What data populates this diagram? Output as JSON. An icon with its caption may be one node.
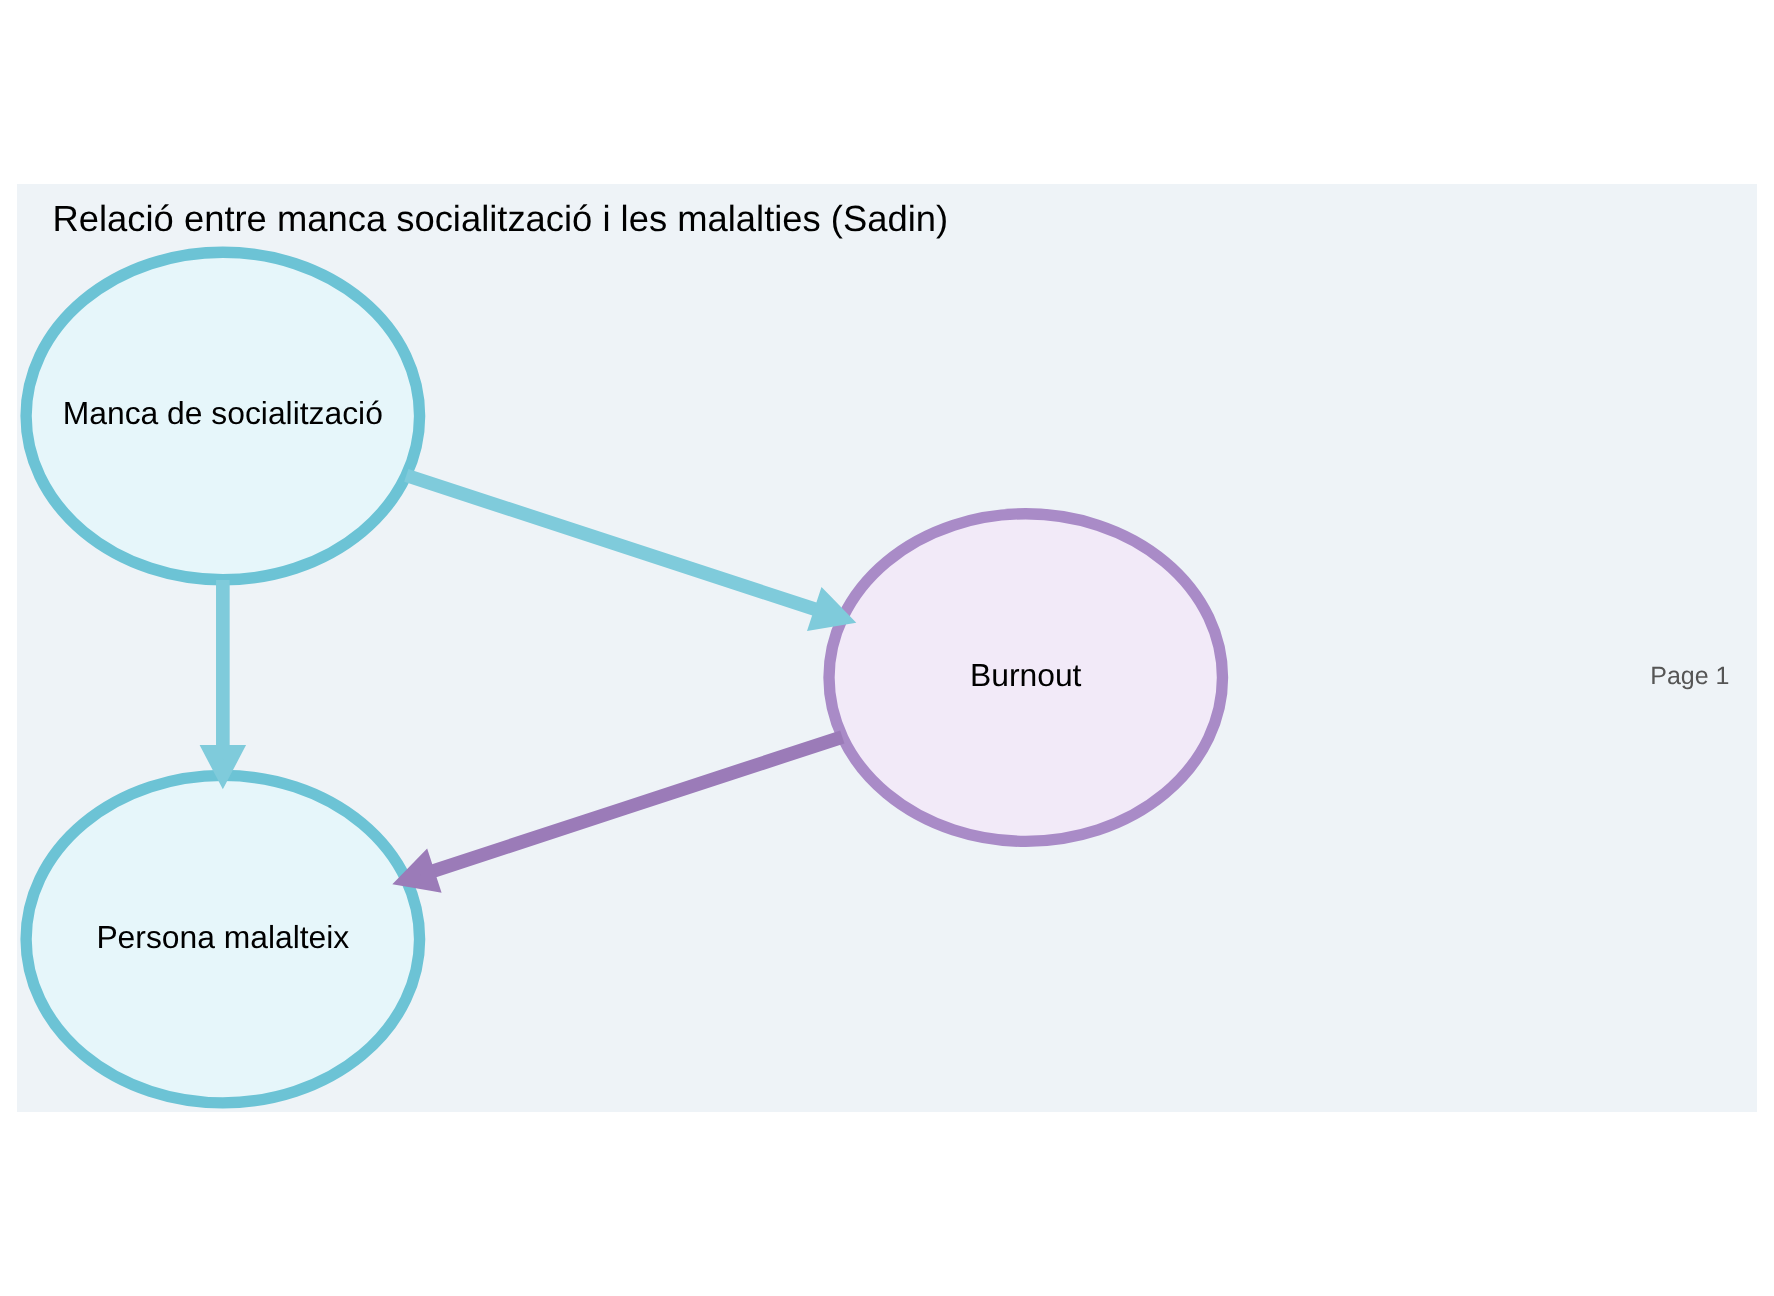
{
  "diagram": {
    "title": "Relació entre manca socialització i les malalties (Sadin)",
    "nodes": [
      {
        "text": [
          "Manca de socialització"
        ]
      },
      {
        "text": [
          "Burnout"
        ]
      },
      {
        "text": [
          "Persona malalteix"
        ]
      }
    ],
    "edges": [
      {
        "from": 0,
        "to": 1,
        "arrow": "to"
      },
      {
        "from": 0,
        "to": 2,
        "arrow": "to"
      },
      {
        "from": 1,
        "to": 2,
        "arrow": "to",
        "color": "#9b7bb8"
      }
    ],
    "labels": [
      "Page 1"
    ]
  }
}
